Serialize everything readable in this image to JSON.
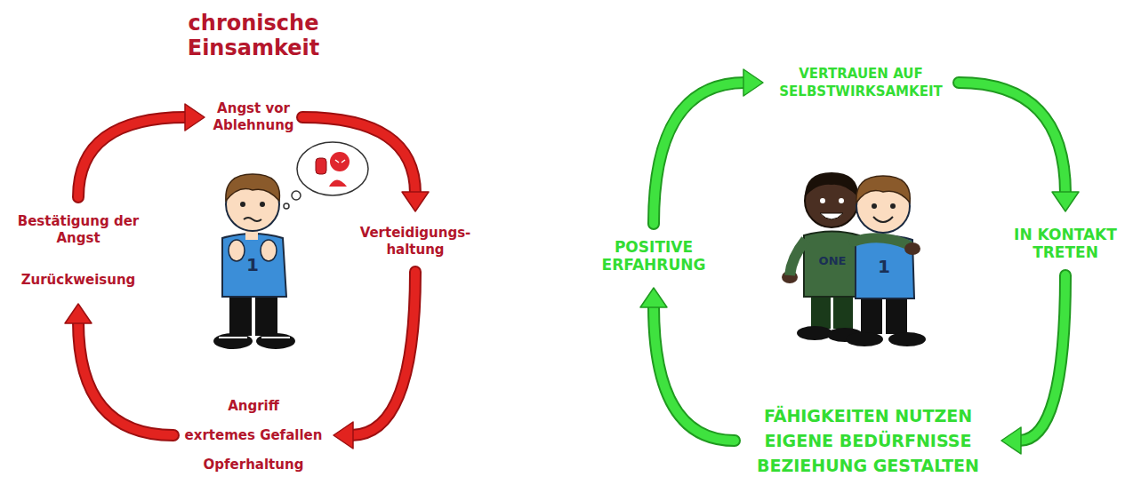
{
  "diagram": {
    "title": "chronische Einsamkeit",
    "nodes": [
      {
        "text": [
          "Angst vor Ablehnung"
        ]
      },
      {
        "text": [
          "Verteidigungs- haltung"
        ]
      },
      {
        "text": [
          "Angriff",
          "exrtemes Gefallen",
          "Opferhaltung"
        ]
      },
      {
        "text": [
          "Bestätigung der Angst",
          "Zurückweisung"
        ]
      },
      {
        "text": [
          "VERTRAUEN AUF SELBSTWIRKSAMKEIT"
        ]
      },
      {
        "text": [
          "IN KONTAKT TRETEN"
        ]
      },
      {
        "text": [
          "FÄHIGKEITEN NUTZEN",
          "EIGENE BEDÜRFNISSE",
          "BEZIEHUNG GESTALTEN"
        ]
      },
      {
        "text": [
          "POSITIVE ERFAHRUNG"
        ]
      }
    ],
    "edges": [
      {
        "from": 0,
        "to": 1,
        "arrow": "to"
      },
      {
        "from": 1,
        "to": 2,
        "arrow": "to"
      },
      {
        "from": 2,
        "to": 3,
        "arrow": "to"
      },
      {
        "from": 3,
        "to": 0,
        "arrow": "to"
      },
      {
        "from": 4,
        "to": 5,
        "arrow": "to"
      },
      {
        "from": 5,
        "to": 6,
        "arrow": "to"
      },
      {
        "from": 6,
        "to": 7,
        "arrow": "to"
      },
      {
        "from": 7,
        "to": 4,
        "arrow": "to"
      }
    ],
    "labels": [
      "1",
      "ONE",
      "1"
    ]
  }
}
